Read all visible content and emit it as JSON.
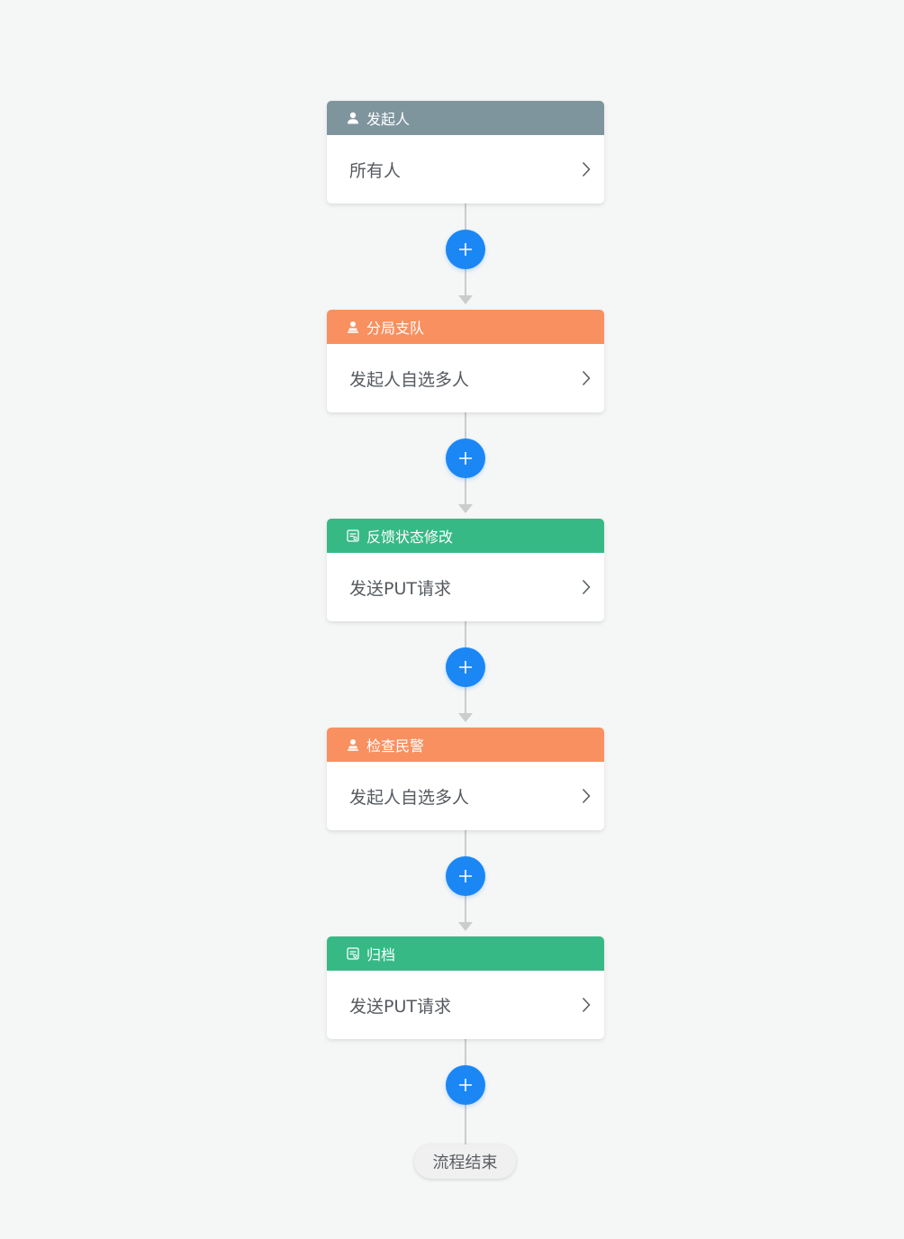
{
  "colors": {
    "background": "#f5f6f6",
    "initiator_header": "#7e959e",
    "approver_header": "#f89060",
    "action_header": "#37b986",
    "add_button": "#1b87f5",
    "connector": "#cacccd"
  },
  "nodes": [
    {
      "title": "发起人",
      "content": "所有人",
      "icon": "user-icon",
      "kind": "initiator"
    },
    {
      "title": "分局支队",
      "content": "发起人自选多人",
      "icon": "approver-icon",
      "kind": "approver"
    },
    {
      "title": "反馈状态修改",
      "content": "发送PUT请求",
      "icon": "request-icon",
      "kind": "action"
    },
    {
      "title": "检查民警",
      "content": "发起人自选多人",
      "icon": "approver-icon",
      "kind": "approver"
    },
    {
      "title": "归档",
      "content": "发送PUT请求",
      "icon": "request-icon",
      "kind": "action"
    }
  ],
  "add_button": {
    "icon": "plus-icon"
  },
  "end": {
    "label": "流程结束"
  }
}
